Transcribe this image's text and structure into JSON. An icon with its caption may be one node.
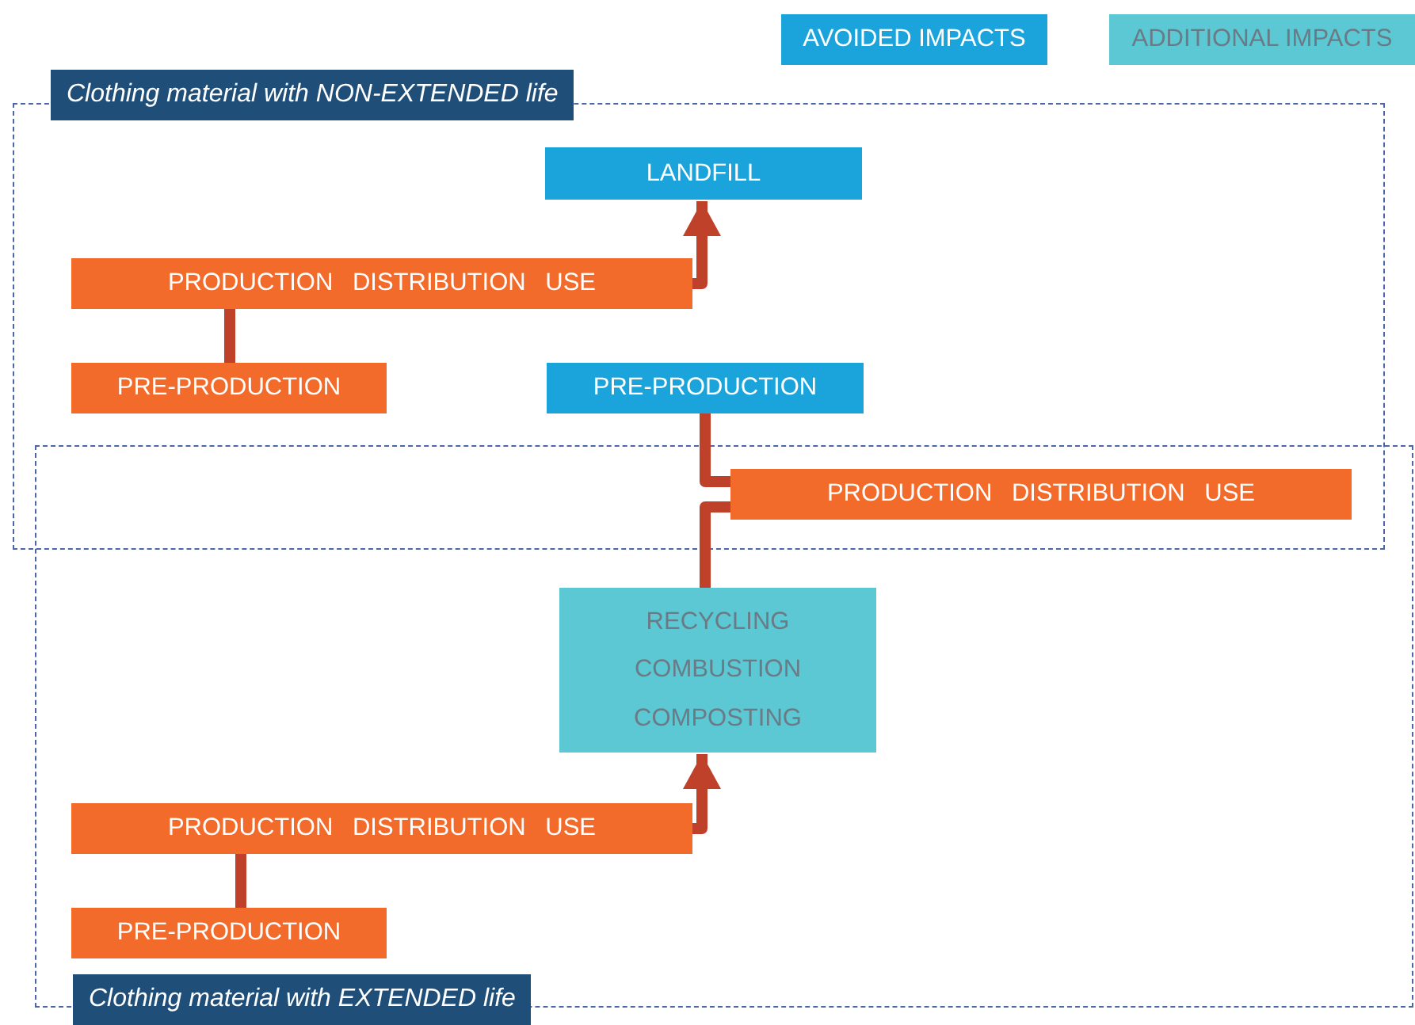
{
  "diagram": {
    "nodes": [
      {
        "text": [
          "Clothing material with NON-EXTENDED life"
        ]
      },
      {
        "text": [
          "LANDFILL"
        ],
        "in": 0
      },
      {
        "text": [
          "PRODUCTION DISTRIBUTION USE"
        ],
        "in": 0
      },
      {
        "text": [
          "PRE-PRODUCTION"
        ],
        "in": 0
      },
      {
        "text": [
          "PRE-PRODUCTION"
        ],
        "in": 0
      },
      {
        "text": [
          "PRODUCTION DISTRIBUTION USE"
        ]
      },
      {
        "text": [
          "Clothing material with EXTENDED life"
        ]
      },
      {
        "text": [
          "RECYCLING",
          "COMBUSTION",
          "COMPOSTING"
        ],
        "in": 6
      },
      {
        "text": [
          "PRODUCTION DISTRIBUTION USE"
        ],
        "in": 6
      },
      {
        "text": [
          "PRE-PRODUCTION"
        ],
        "in": 6
      }
    ],
    "edges": [
      {
        "from": 3,
        "to": 2,
        "arrow": "none"
      },
      {
        "from": 2,
        "to": 1,
        "arrow": "to"
      },
      {
        "from": 4,
        "to": 5,
        "arrow": "none"
      },
      {
        "from": 7,
        "to": 5,
        "arrow": "none"
      },
      {
        "from": 9,
        "to": 8,
        "arrow": "none"
      },
      {
        "from": 8,
        "to": 7,
        "arrow": "to"
      }
    ],
    "legend": [
      {
        "text": "AVOIDED IMPACTS",
        "color": "#1ba4dc"
      },
      {
        "text": "ADDITIONAL IMPACTS",
        "color": "#5bc8d4"
      }
    ]
  }
}
